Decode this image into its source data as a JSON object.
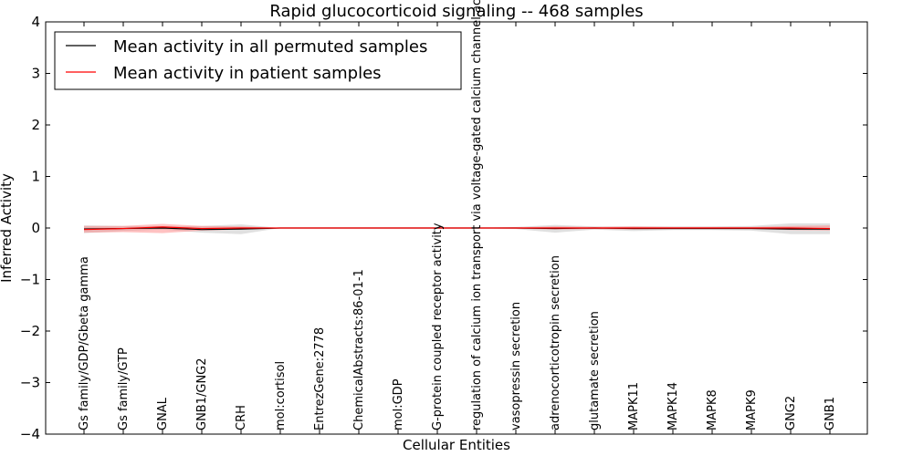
{
  "chart_data": {
    "type": "line",
    "title": "Rapid glucocorticoid signaling -- 468 samples",
    "xlabel": "Cellular Entities",
    "ylabel": "Inferred Activity",
    "ylim": [
      -4,
      4
    ],
    "yticks": [
      "−4",
      "−3",
      "−2",
      "−1",
      "0",
      "1",
      "2",
      "3",
      "4"
    ],
    "grid": false,
    "legend_position": "top-left",
    "categories": [
      "Gs family/GDP/Gbeta gamma",
      "Gs family/GTP",
      "GNAL",
      "GNB1/GNG2",
      "CRH",
      "mol:cortisol",
      "EntrezGene:2778",
      "ChemicalAbstracts:86-01-1",
      "mol:GDP",
      "G-protein coupled receptor activity",
      "regulation of calcium ion transport via voltage-gated calcium channel activity",
      "vasopressin secretion",
      "adrenocorticotropin secretion",
      "glutamate secretion",
      "MAPK11",
      "MAPK14",
      "MAPK8",
      "MAPK9",
      "GNG2",
      "GNB1"
    ],
    "series": [
      {
        "name": "Mean activity in all permuted samples",
        "color": "#000000",
        "values": [
          -0.02,
          -0.01,
          0.0,
          -0.03,
          -0.02,
          0.0,
          0.0,
          0.0,
          0.0,
          0.0,
          0.0,
          0.0,
          -0.01,
          0.0,
          -0.01,
          -0.01,
          -0.01,
          -0.01,
          -0.02,
          -0.02
        ],
        "band_lower": [
          -0.1,
          -0.06,
          -0.03,
          -0.09,
          -0.12,
          0.0,
          0.0,
          0.0,
          0.0,
          0.0,
          0.0,
          -0.02,
          -0.09,
          -0.03,
          -0.06,
          -0.04,
          -0.04,
          -0.05,
          -0.12,
          -0.12
        ],
        "band_upper": [
          0.05,
          0.04,
          0.03,
          0.04,
          0.07,
          0.0,
          0.0,
          0.0,
          0.0,
          0.0,
          0.0,
          0.02,
          0.06,
          0.03,
          0.03,
          0.03,
          0.03,
          0.04,
          0.09,
          0.09
        ],
        "band_color": "#bbbbbb"
      },
      {
        "name": "Mean activity in patient samples",
        "color": "#ff0000",
        "values": [
          -0.03,
          -0.01,
          0.02,
          -0.01,
          0.0,
          0.0,
          0.0,
          0.0,
          0.0,
          0.0,
          0.0,
          0.0,
          0.0,
          0.0,
          0.0,
          0.0,
          0.0,
          0.0,
          0.0,
          -0.01
        ],
        "band_lower": [
          -0.09,
          -0.08,
          -0.1,
          -0.05,
          -0.03,
          0.0,
          0.0,
          0.0,
          0.0,
          0.0,
          0.0,
          -0.01,
          -0.03,
          -0.02,
          -0.03,
          -0.02,
          -0.02,
          -0.02,
          -0.04,
          -0.05
        ],
        "band_upper": [
          0.04,
          0.04,
          0.08,
          0.04,
          0.03,
          0.0,
          0.0,
          0.0,
          0.0,
          0.0,
          0.0,
          0.01,
          0.03,
          0.02,
          0.03,
          0.02,
          0.02,
          0.02,
          0.04,
          0.05
        ],
        "band_color": "#ff7777"
      }
    ]
  }
}
